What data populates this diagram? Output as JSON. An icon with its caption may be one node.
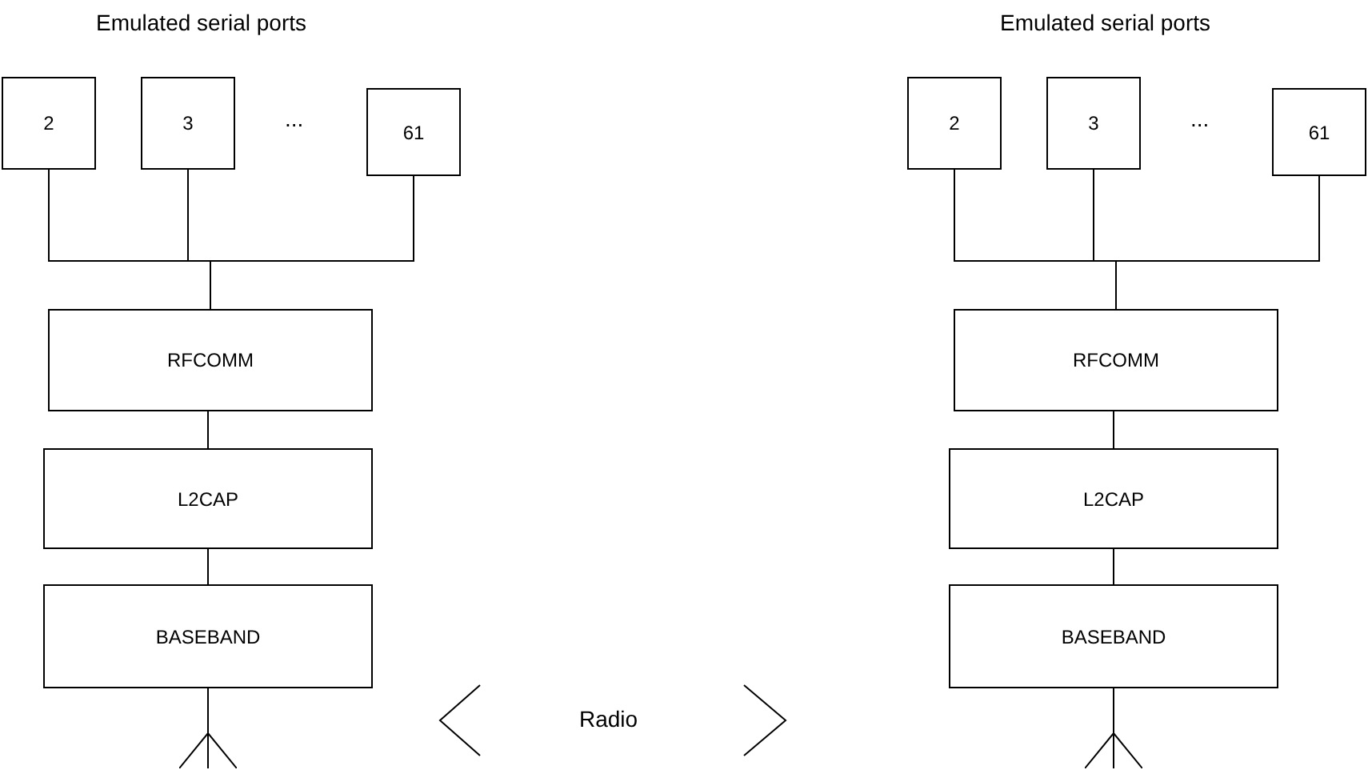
{
  "diagram": {
    "nodes": [
      {
        "text": [
          "2"
        ]
      },
      {
        "text": [
          "3"
        ]
      },
      {
        "text": [
          "61"
        ]
      },
      {
        "text": [
          "RFCOMM"
        ]
      },
      {
        "text": [
          "L2CAP"
        ]
      },
      {
        "text": [
          "BASEBAND"
        ]
      },
      {
        "text": [],
        "shape": "antenna"
      },
      {
        "text": [
          "2"
        ]
      },
      {
        "text": [
          "3"
        ]
      },
      {
        "text": [
          "61"
        ]
      },
      {
        "text": [
          "RFCOMM"
        ]
      },
      {
        "text": [
          "L2CAP"
        ]
      },
      {
        "text": [
          "BASEBAND"
        ]
      },
      {
        "text": [],
        "shape": "antenna"
      }
    ],
    "edges": [
      {
        "from": 0,
        "to": 3,
        "arrow": "none"
      },
      {
        "from": 1,
        "to": 3,
        "arrow": "none"
      },
      {
        "from": 2,
        "to": 3,
        "arrow": "none"
      },
      {
        "from": 3,
        "to": 4,
        "arrow": "none"
      },
      {
        "from": 4,
        "to": 5,
        "arrow": "none"
      },
      {
        "from": 5,
        "to": 6,
        "arrow": "none"
      },
      {
        "from": 7,
        "to": 10,
        "arrow": "none"
      },
      {
        "from": 8,
        "to": 10,
        "arrow": "none"
      },
      {
        "from": 9,
        "to": 10,
        "arrow": "none"
      },
      {
        "from": 10,
        "to": 11,
        "arrow": "none"
      },
      {
        "from": 11,
        "to": 12,
        "arrow": "none"
      },
      {
        "from": 12,
        "to": 13,
        "arrow": "none"
      }
    ],
    "labels": [
      "Emulated serial ports",
      "Emulated serial ports",
      "...",
      "...",
      "Radio"
    ]
  }
}
